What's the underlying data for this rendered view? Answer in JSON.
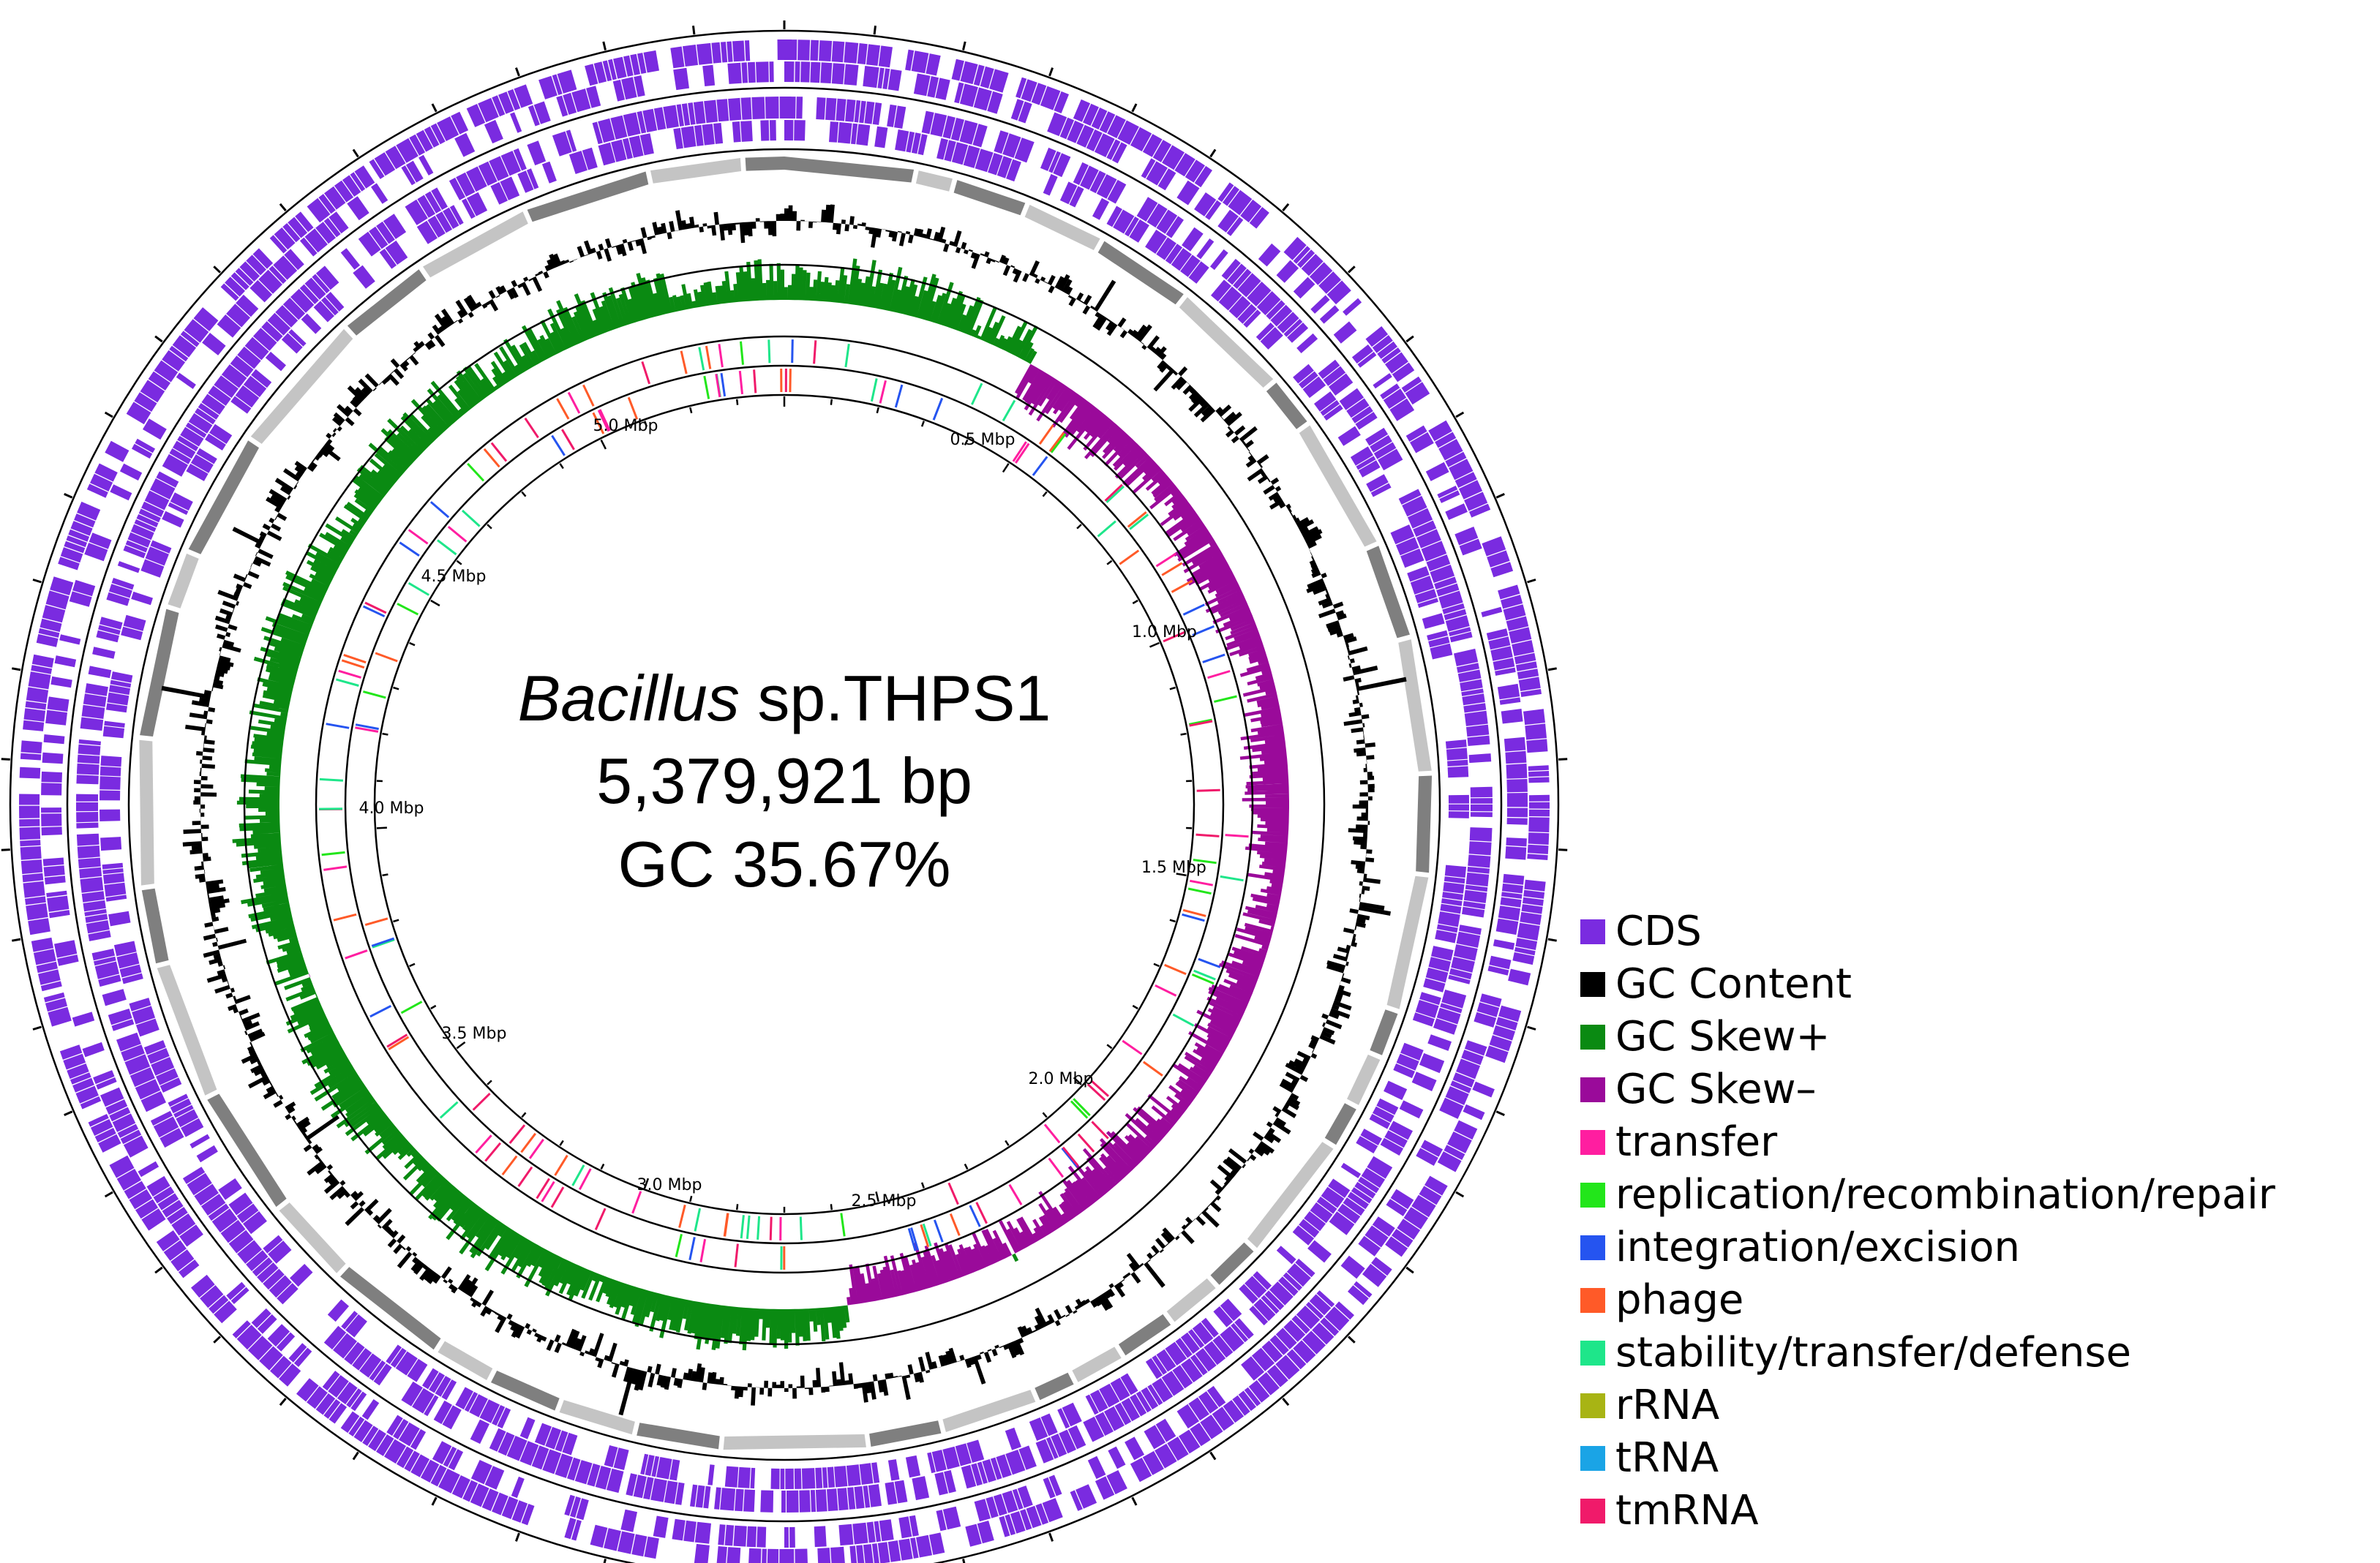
{
  "map": {
    "organism_italic": "Bacillus",
    "organism_rest": " sp.THPS1",
    "length": "5,379,921 bp",
    "gc": "GC 35.67%"
  },
  "ruler": [
    "0.5 Mbp",
    "1.0 Mbp",
    "1.5 Mbp",
    "2.0 Mbp",
    "2.5 Mbp",
    "3.0 Mbp",
    "3.5 Mbp",
    "4.0 Mbp",
    "4.5 Mbp",
    "5.0 Mbp"
  ],
  "legend": [
    {
      "label": "CDS",
      "color": "#7a2be0"
    },
    {
      "label": "GC Content",
      "color": "#000000"
    },
    {
      "label": "GC Skew+",
      "color": "#0a8a12"
    },
    {
      "label": "GC Skew–",
      "color": "#9a0a9a"
    },
    {
      "label": "transfer",
      "color": "#ff1ea0"
    },
    {
      "label": "replication/recombination/repair",
      "color": "#22e61a"
    },
    {
      "label": "integration/excision",
      "color": "#2554f0"
    },
    {
      "label": "phage",
      "color": "#ff5a28"
    },
    {
      "label": "stability/transfer/defense",
      "color": "#1ee68a"
    },
    {
      "label": "rRNA",
      "color": "#a8b414"
    },
    {
      "label": "tRNA",
      "color": "#1aa4e6"
    },
    {
      "label": "tmRNA",
      "color": "#f01a6a"
    }
  ]
}
